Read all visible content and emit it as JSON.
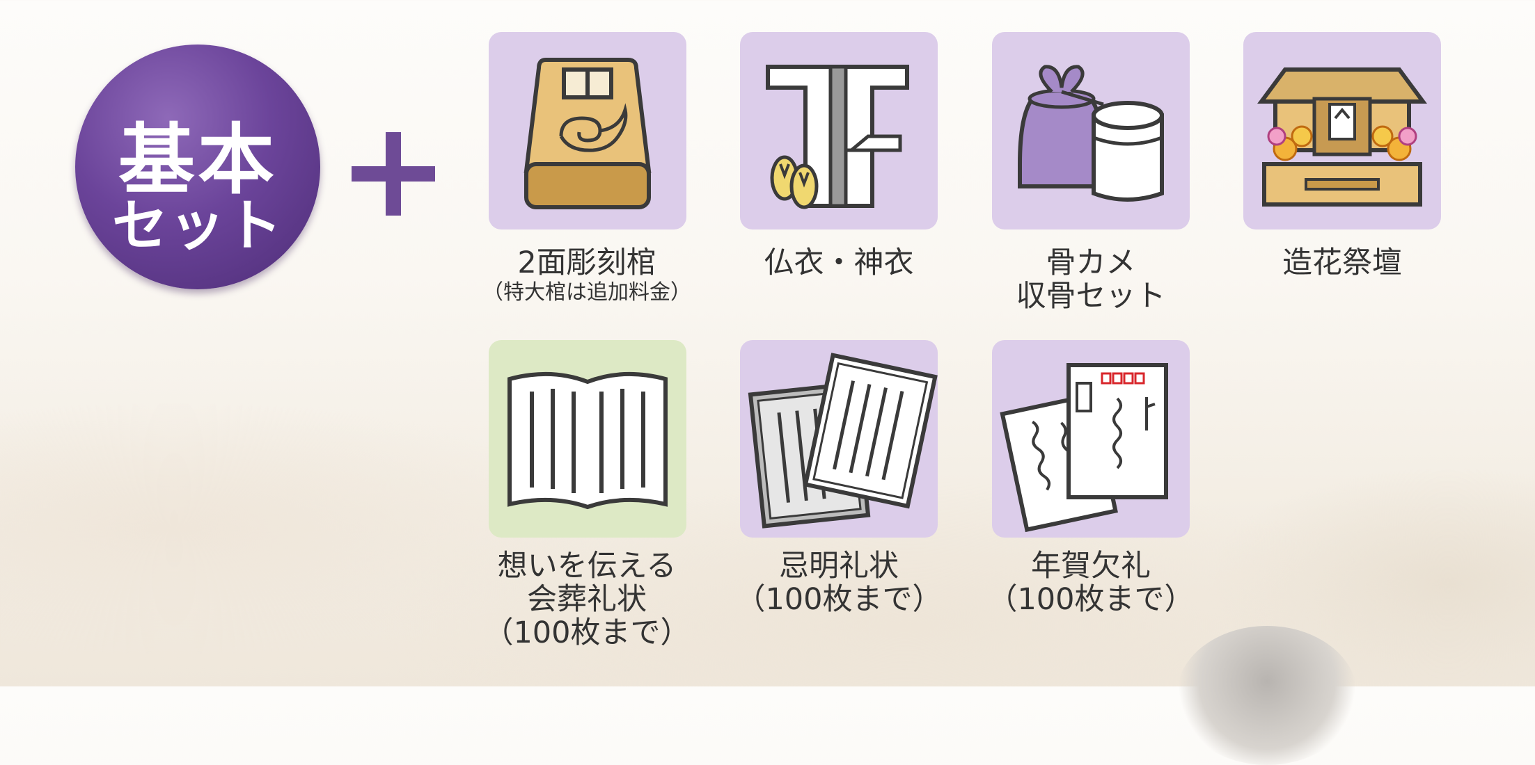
{
  "badge": {
    "line1": "基本",
    "line2": "セット"
  },
  "items": [
    {
      "name": "2面彫刻棺",
      "note": "（特大棺は追加料金）"
    },
    {
      "name": "仏衣・神衣"
    },
    {
      "name_line1": "骨カメ",
      "name_line2": "収骨セット"
    },
    {
      "name": "造花祭壇"
    },
    {
      "name_line1": "想いを伝える",
      "name_line2": "会葬礼状",
      "note": "（100枚まで）"
    },
    {
      "name": "忌明礼状",
      "note": "（100枚まで）"
    },
    {
      "name": "年賀欠礼",
      "note": "（100枚まで）"
    }
  ],
  "colors": {
    "tile_purple": "#dccdea",
    "tile_green": "#dde9c5",
    "badge": "#6b449a",
    "plus": "#6e4b96"
  }
}
